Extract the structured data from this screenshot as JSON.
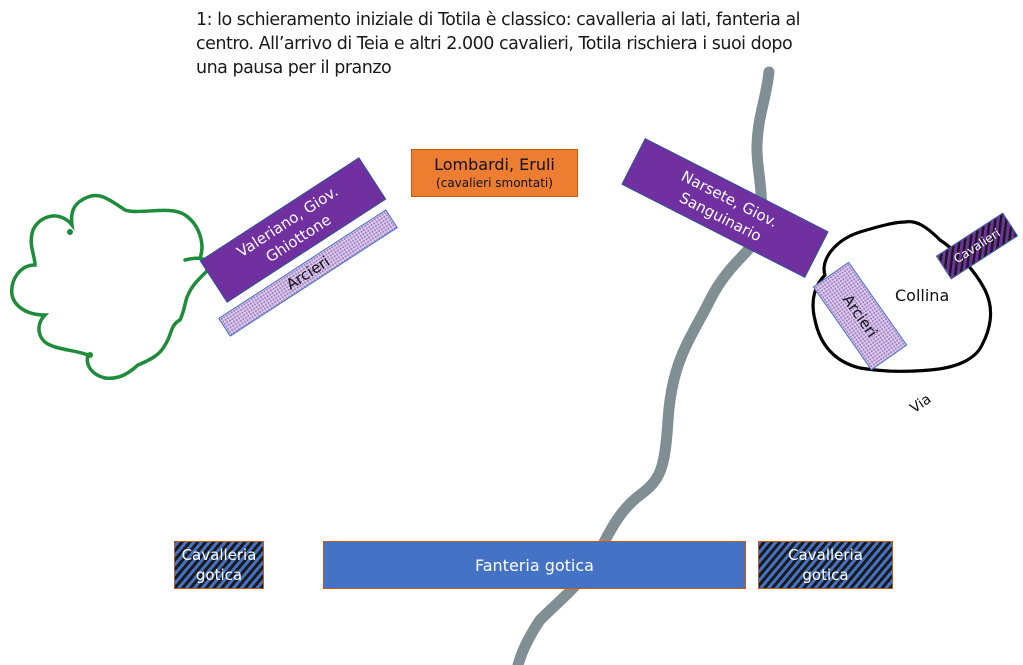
{
  "caption": {
    "line1": "1: lo schieramento iniziale di Totila è classico: cavalleria ai lati, fanteria al",
    "line2": "centro. All’arrivo di Teia e altri 2.000 cavalieri, Totila rischiera i suoi dopo",
    "line3": "una pausa per il pranzo"
  },
  "units": {
    "lombardi": {
      "title": "Lombardi, Eruli",
      "subtitle": "(cavalieri smontati)",
      "color": "#ed7d31"
    },
    "valeriano": {
      "line1": "Valeriano, Giov.",
      "line2": "Ghiottone",
      "color": "#7030a0"
    },
    "arcieri_left": {
      "label": "Arcieri"
    },
    "narsete": {
      "line1": "Narsete, Giov.",
      "line2": "Sanguinario",
      "color": "#7030a0"
    },
    "arcieri_right": {
      "label": "Arcieri"
    },
    "cavalieri_hill": {
      "label": "Cavalieri"
    },
    "cavalleria_left": {
      "line1": "Cavalleria",
      "line2": "gotica"
    },
    "fanteria": {
      "label": "Fanteria gotica",
      "color": "#4472c4"
    },
    "cavalleria_right": {
      "line1": "Cavalleria",
      "line2": "gotica"
    }
  },
  "terrain": {
    "hill_label": "Collina",
    "road_label": "Via",
    "forest_color": "#1e8c3a",
    "road_color": "#7f8f93",
    "hill_outline_color": "#000000"
  }
}
